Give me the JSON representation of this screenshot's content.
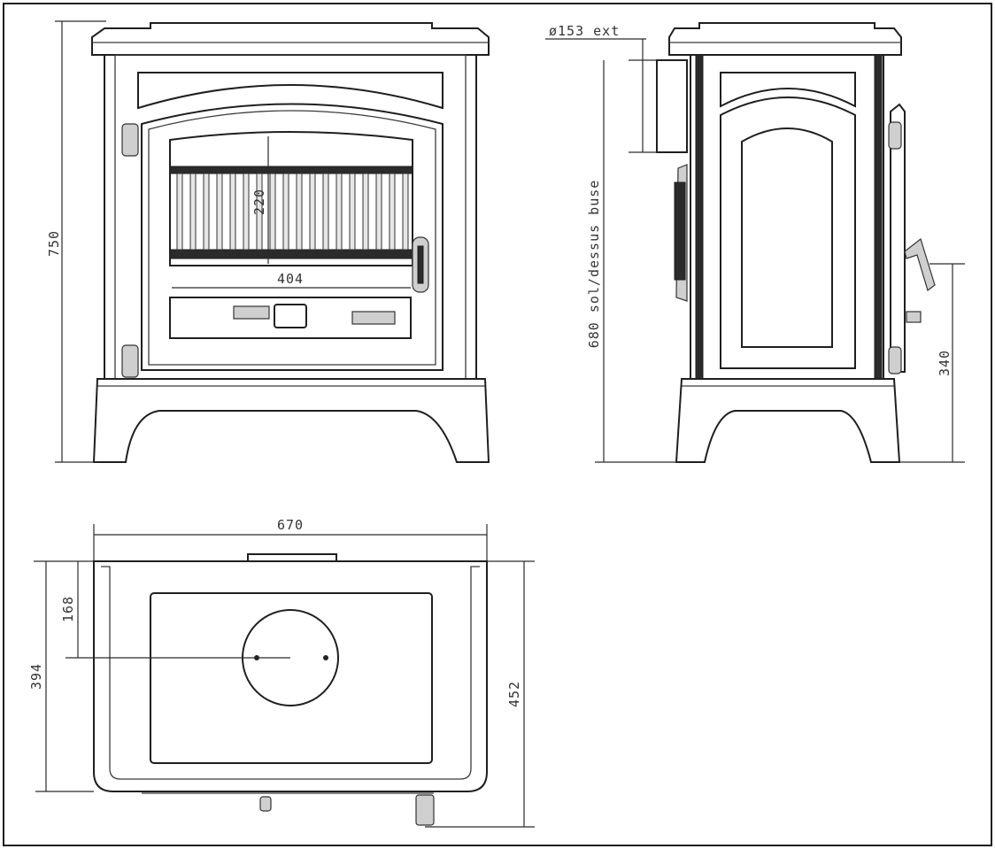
{
  "dimensions": {
    "height_total": "750",
    "opening_height": "220",
    "opening_width": "404",
    "flue_diameter": "ø153 ext",
    "flue_height": "680 sol/dessus buse",
    "handle_height": "340",
    "width_total": "670",
    "flue_axis_depth": "168",
    "depth_body": "394",
    "depth_total": "452"
  },
  "colors": {
    "ink": "#1f1f1f",
    "background": "#ffffff"
  }
}
